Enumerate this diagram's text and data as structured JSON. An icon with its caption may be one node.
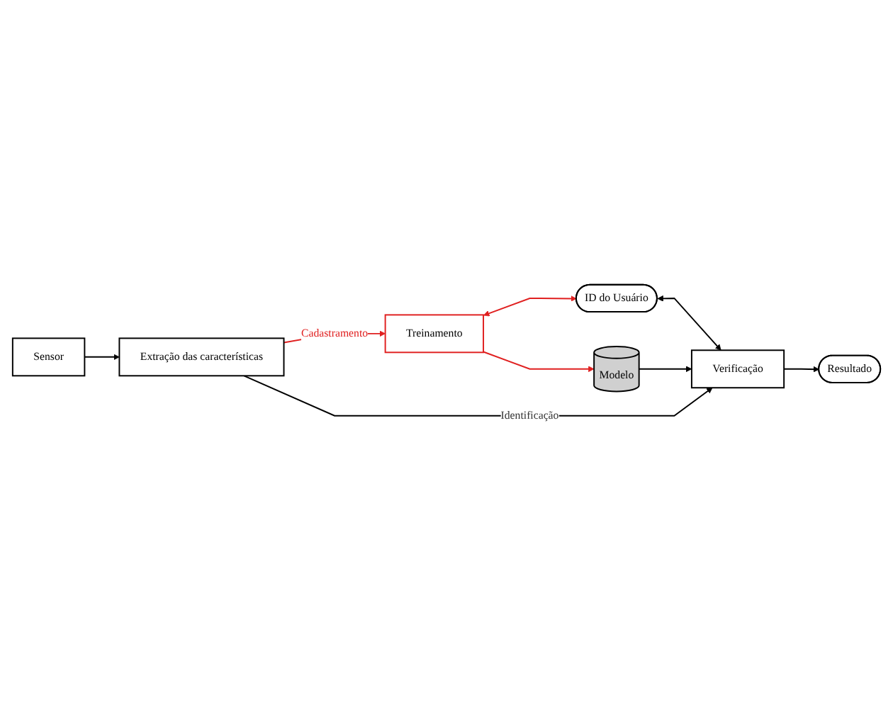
{
  "diagram": {
    "nodes": [
      {
        "text": [
          "Sensor"
        ]
      },
      {
        "text": [
          "Extração das características"
        ]
      },
      {
        "text": [
          "Treinamento"
        ]
      },
      {
        "text": [
          "ID do Usuário"
        ]
      },
      {
        "text": [
          "Modelo"
        ]
      },
      {
        "text": [
          "Verificação"
        ]
      },
      {
        "text": [
          "Resultado"
        ]
      }
    ],
    "edges": [
      {
        "from": 0,
        "to": 1,
        "arrow": "to"
      },
      {
        "from": 1,
        "to": 2,
        "arrow": "to",
        "label": "Cadastramento",
        "color": "#e02020"
      },
      {
        "from": 2,
        "to": 3,
        "arrow": "both",
        "color": "#e02020"
      },
      {
        "from": 2,
        "to": 4,
        "arrow": "to",
        "color": "#e02020"
      },
      {
        "from": 3,
        "to": 5,
        "arrow": "both"
      },
      {
        "from": 1,
        "to": 5,
        "arrow": "to",
        "label": "Identificação"
      },
      {
        "from": 4,
        "to": 5,
        "arrow": "to"
      },
      {
        "from": 5,
        "to": 6,
        "arrow": "to"
      }
    ]
  }
}
